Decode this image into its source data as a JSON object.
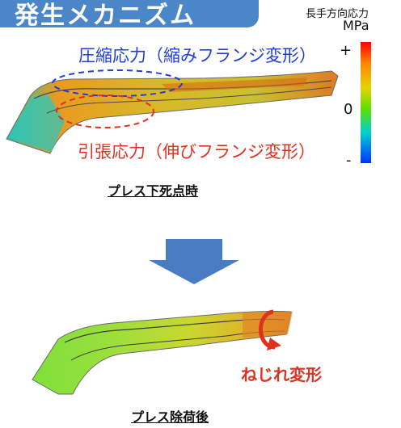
{
  "header": {
    "title": "発生メカニズム"
  },
  "legend": {
    "title": "長手方向応力",
    "unit": "MPa",
    "plus": "+",
    "zero": "0",
    "minus": "-"
  },
  "annotations": {
    "compression": "圧縮応力（縮みフランジ変形）",
    "tension": "引張応力（伸びフランジ変形）",
    "twist": "ねじれ変形"
  },
  "captions": {
    "before": "プレス下死点時",
    "after": "プレス除荷後"
  },
  "colors": {
    "title_bg": "#4a86c8",
    "compression": "#1f3fd6",
    "tension": "#e0301e",
    "arrow": "#4a7cc4"
  }
}
